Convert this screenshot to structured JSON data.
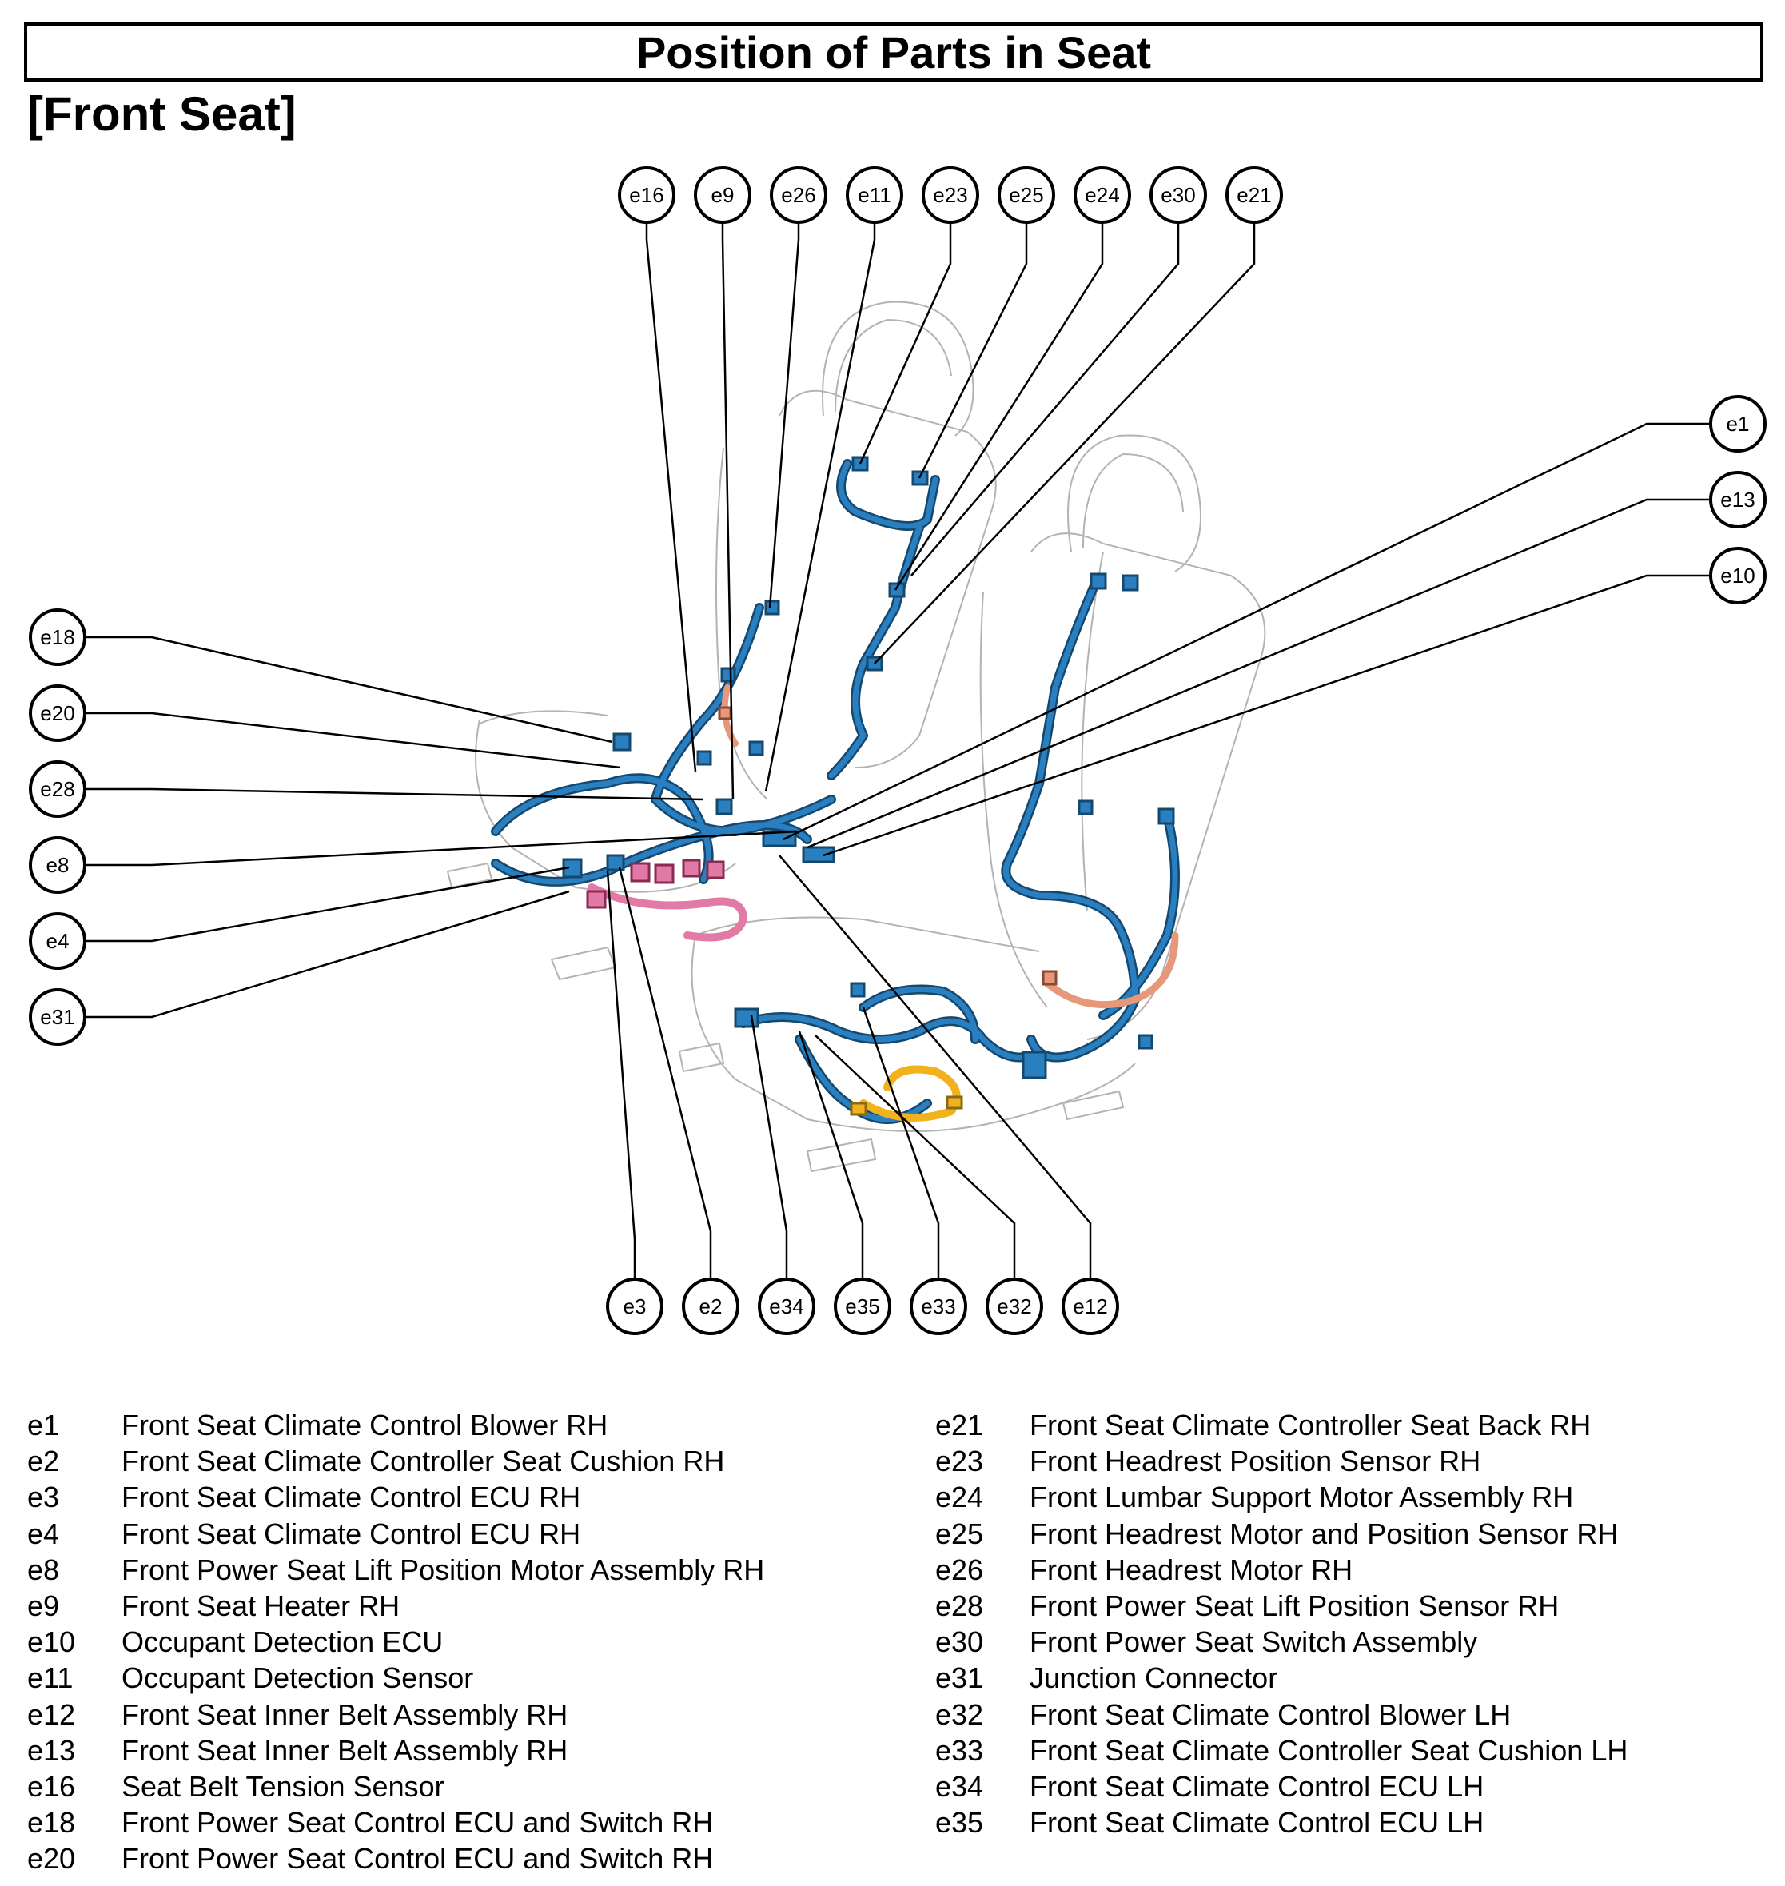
{
  "title": "Position of Parts in Seat",
  "subtitle": "[Front Seat]",
  "colors": {
    "harness": "#2a7fc0",
    "harness_outline": "#15486e",
    "pink_harness": "#e27aa6",
    "orange_harness": "#e8987a",
    "yellow_part": "#f2b21d",
    "seat_outline": "#b3b3b3"
  },
  "callouts": {
    "top": [
      "e16",
      "e9",
      "e26",
      "e11",
      "e23",
      "e25",
      "e24",
      "e30",
      "e21"
    ],
    "left": [
      "e18",
      "e20",
      "e28",
      "e8",
      "e4",
      "e31"
    ],
    "right": [
      "e1",
      "e13",
      "e10"
    ],
    "bottom": [
      "e3",
      "e2",
      "e34",
      "e35",
      "e33",
      "e32",
      "e12"
    ]
  },
  "legend": {
    "left": [
      {
        "code": "e1",
        "name": "Front Seat Climate Control Blower RH"
      },
      {
        "code": "e2",
        "name": "Front Seat Climate Controller Seat Cushion RH"
      },
      {
        "code": "e3",
        "name": "Front Seat Climate Control ECU RH"
      },
      {
        "code": "e4",
        "name": "Front Seat Climate Control ECU RH"
      },
      {
        "code": "e8",
        "name": "Front Power Seat Lift Position Motor Assembly RH"
      },
      {
        "code": "e9",
        "name": "Front Seat Heater RH"
      },
      {
        "code": "e10",
        "name": "Occupant Detection ECU"
      },
      {
        "code": "e11",
        "name": "Occupant Detection Sensor"
      },
      {
        "code": "e12",
        "name": "Front Seat Inner Belt Assembly RH"
      },
      {
        "code": "e13",
        "name": "Front Seat Inner Belt Assembly RH"
      },
      {
        "code": "e16",
        "name": "Seat Belt Tension Sensor"
      },
      {
        "code": "e18",
        "name": "Front Power Seat Control ECU and Switch RH"
      },
      {
        "code": "e20",
        "name": "Front Power Seat Control ECU and Switch RH"
      }
    ],
    "right": [
      {
        "code": "e21",
        "name": "Front Seat Climate Controller Seat Back RH"
      },
      {
        "code": "e23",
        "name": "Front Headrest Position Sensor RH"
      },
      {
        "code": "e24",
        "name": "Front Lumbar Support Motor Assembly RH"
      },
      {
        "code": "e25",
        "name": "Front Headrest Motor and Position Sensor RH"
      },
      {
        "code": "e26",
        "name": "Front Headrest Motor RH"
      },
      {
        "code": "e28",
        "name": "Front Power Seat Lift Position Sensor RH"
      },
      {
        "code": "e30",
        "name": "Front Power Seat Switch Assembly"
      },
      {
        "code": "e31",
        "name": "Junction Connector"
      },
      {
        "code": "e32",
        "name": "Front Seat Climate Control Blower LH"
      },
      {
        "code": "e33",
        "name": "Front Seat Climate Controller Seat Cushion LH"
      },
      {
        "code": "e34",
        "name": "Front Seat Climate Control ECU LH"
      },
      {
        "code": "e35",
        "name": "Front Seat Climate Control ECU LH"
      }
    ]
  }
}
